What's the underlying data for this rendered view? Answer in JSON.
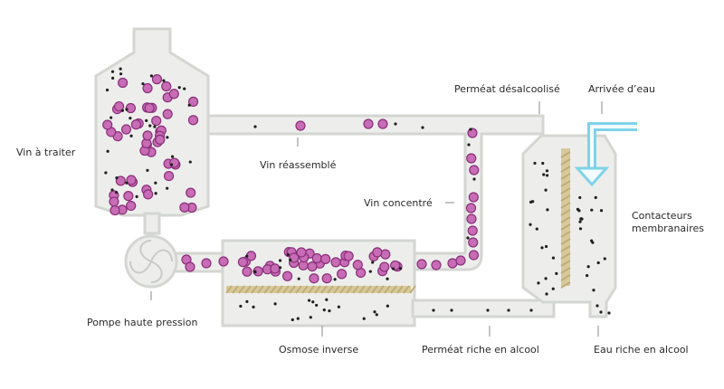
{
  "labels": {
    "vin_a_traiter": "Vin à traiter",
    "vin_reassemble": "Vin réassemblé",
    "permeat_desalcoolise": "Perméat désalcoolisé",
    "arrivee_eau": "Arrivée d’eau",
    "vin_concentre": "Vin concentré",
    "contacteurs": "Contacteurs membranaires",
    "pompe": "Pompe haute pression",
    "osmose": "Osmose inverse",
    "permeat_riche": "Perméat riche en alcool",
    "eau_riche": "Eau riche en alcool"
  },
  "colors": {
    "vessel_fill": "#edeeec",
    "vessel_stroke": "#d4d6d2",
    "wine_particle": "#c76cb5",
    "wine_particle_stroke": "#8a2f7a",
    "alcohol_particle": "#1f1f1f",
    "membrane": "#d8c99b",
    "water_flow": "#7fd3e8"
  }
}
